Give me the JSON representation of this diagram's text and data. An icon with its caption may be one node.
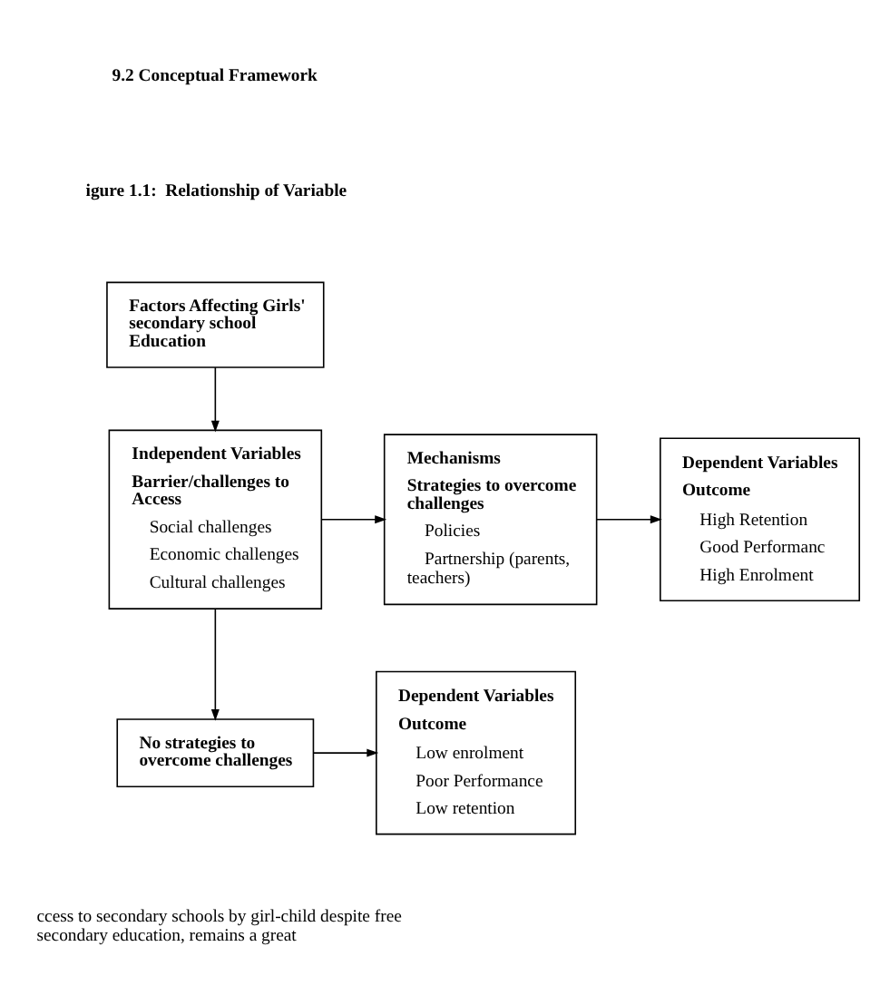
{
  "diagram": {
    "nodes": [
      {
        "text": [
          "Factors Affecting Girls' secondary school Education"
        ]
      },
      {
        "text": [
          "Independent Variables",
          "Barrier/challenges to Access",
          "Social challenges",
          "Economic challenges",
          "Cultural challenges"
        ]
      },
      {
        "text": [
          "Mechanisms",
          "Strategies to overcome challenges",
          "Policies",
          "Partnership (parents, teachers)"
        ]
      },
      {
        "text": [
          "Dependent Variables",
          "Outcome",
          "High Retention",
          "Good Performanc",
          "High Enrolment"
        ]
      },
      {
        "text": [
          "No strategies to overcome challenges"
        ]
      },
      {
        "text": [
          "Dependent Variables",
          "Outcome",
          "Low enrolment",
          "Poor Performance",
          "Low retention"
        ]
      }
    ],
    "edges": [
      {
        "from": 0,
        "to": 1,
        "arrow": "to"
      },
      {
        "from": 1,
        "to": 2,
        "arrow": "to"
      },
      {
        "from": 2,
        "to": 3,
        "arrow": "to"
      },
      {
        "from": 1,
        "to": 4,
        "arrow": "to"
      },
      {
        "from": 4,
        "to": 5,
        "arrow": "to"
      }
    ],
    "labels": [
      "9.2 Conceptual Framework",
      "igure 1.1:  Relationship of Variable",
      "ccess to secondary schools by girl-child despite free secondary education, remains a great"
    ]
  }
}
